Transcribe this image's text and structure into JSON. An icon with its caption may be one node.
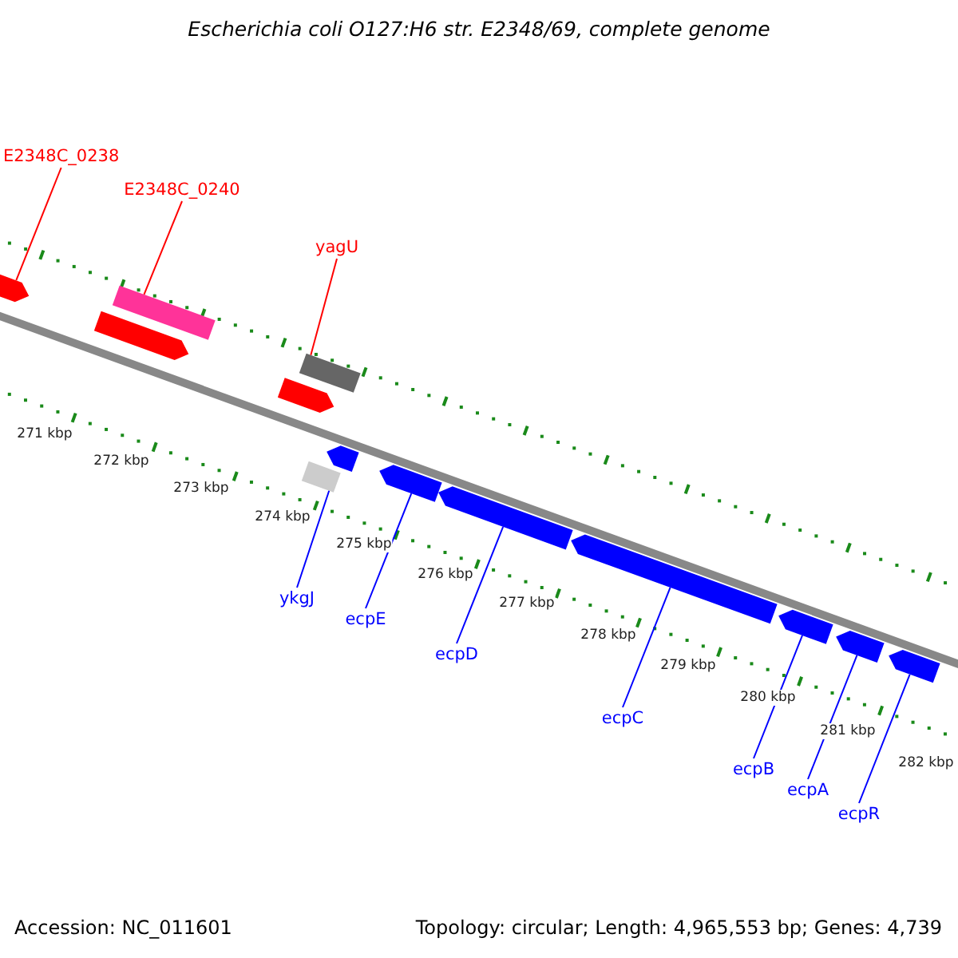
{
  "diagram": {
    "title": "Escherichia coli O127:H6 str. E2348/69, complete genome",
    "nodes": [
      {
        "text": [
          "E2348C_0238"
        ]
      },
      {
        "text": [
          "E2348C_0240"
        ]
      },
      {
        "text": [
          "yagU"
        ]
      },
      {
        "text": [
          "ykgJ"
        ]
      },
      {
        "text": [
          "ecpE"
        ]
      },
      {
        "text": [
          "ecpD"
        ]
      },
      {
        "text": [
          "ecpC"
        ]
      },
      {
        "text": [
          "ecpB"
        ]
      },
      {
        "text": [
          "ecpA"
        ]
      },
      {
        "text": [
          "ecpR"
        ]
      },
      {
        "text": [],
        "shape": "arrow"
      },
      {
        "text": [],
        "shape": "bar"
      },
      {
        "text": [],
        "shape": "arrow"
      },
      {
        "text": [],
        "shape": "bar"
      },
      {
        "text": [],
        "shape": "arrow"
      },
      {
        "text": [],
        "shape": "arrow"
      },
      {
        "text": [],
        "shape": "bar"
      },
      {
        "text": [],
        "shape": "arrow"
      },
      {
        "text": [],
        "shape": "arrow"
      },
      {
        "text": [],
        "shape": "arrow"
      },
      {
        "text": [],
        "shape": "arrow"
      },
      {
        "text": [],
        "shape": "arrow"
      },
      {
        "text": [],
        "shape": "arrow"
      }
    ],
    "edges": [
      {
        "from": 0,
        "to": 10,
        "arrow": "none",
        "color": "#ff0000"
      },
      {
        "from": 1,
        "to": 11,
        "arrow": "none",
        "color": "#ff0000"
      },
      {
        "from": 2,
        "to": 13,
        "arrow": "none",
        "color": "#ff0000"
      },
      {
        "from": 3,
        "to": 16,
        "arrow": "none"
      },
      {
        "from": 4,
        "to": 17,
        "arrow": "none"
      },
      {
        "from": 5,
        "to": 18,
        "arrow": "none"
      },
      {
        "from": 6,
        "to": 19,
        "arrow": "none"
      },
      {
        "from": 7,
        "to": 20,
        "arrow": "none"
      },
      {
        "from": 8,
        "to": 21,
        "arrow": "none"
      },
      {
        "from": 9,
        "to": 22,
        "arrow": "none"
      }
    ],
    "labels": [
      "271 kbp",
      "272 kbp",
      "273 kbp",
      "274 kbp",
      "275 kbp",
      "276 kbp",
      "277 kbp",
      "278 kbp",
      "279 kbp",
      "280 kbp",
      "281 kbp",
      "282 kbp",
      "Accession: NC_011601",
      "Topology: circular; Length: 4,965,553 bp; Genes: 4,739"
    ]
  }
}
